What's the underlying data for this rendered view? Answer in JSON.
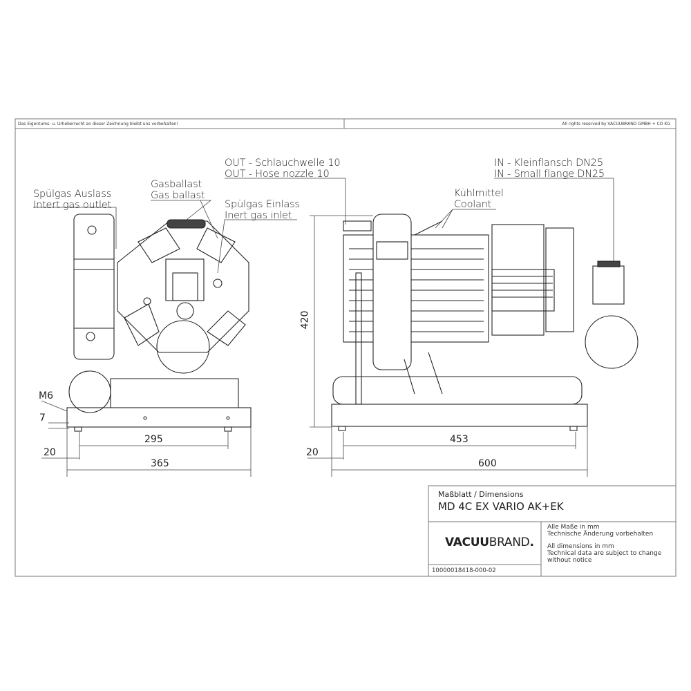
{
  "header": {
    "left_notice": "Das Eigentums- u. Urheberrecht an dieser Zeichnung bleibt uns vorbehalten!",
    "right_notice": "All rights reserved by VACUUBRAND GMBH + CO KG"
  },
  "callouts": {
    "spuelgas_auslass_de": "Spülgas Auslass",
    "spuelgas_auslass_en": "Intert gas outlet",
    "gasballast_de": "Gasballast",
    "gasballast_en": "Gas ballast",
    "spuelgas_einlass_de": "Spülgas Einlass",
    "spuelgas_einlass_en": "Inert gas inlet",
    "out_de": "OUT - Schlauchwelle 10",
    "out_en": "OUT - Hose nozzle 10",
    "kuehlmittel_de": "Kühlmittel",
    "kuehlmittel_en": "Coolant",
    "in_de": "IN - Kleinflansch DN25",
    "in_en": "IN - Small flange DN25"
  },
  "dimensions": {
    "front_m6": "M6",
    "front_7": "7",
    "front_20": "20",
    "front_295": "295",
    "front_365": "365",
    "side_420": "420",
    "side_20": "20",
    "side_453": "453",
    "side_600": "600"
  },
  "title_block": {
    "subtitle": "Maßblatt / Dimensions",
    "model": "MD 4C EX VARIO AK+EK",
    "logo_bold": "VACUU",
    "logo_regular": "BRAND",
    "notes_de_1": "Alle Maße in mm",
    "notes_de_2": "Technische Änderung vorbehalten",
    "notes_en_1": "All dimensions in mm",
    "notes_en_2": "Technical data are subject to change",
    "notes_en_3": "without notice",
    "doc_number": "10000018418-000-02"
  }
}
